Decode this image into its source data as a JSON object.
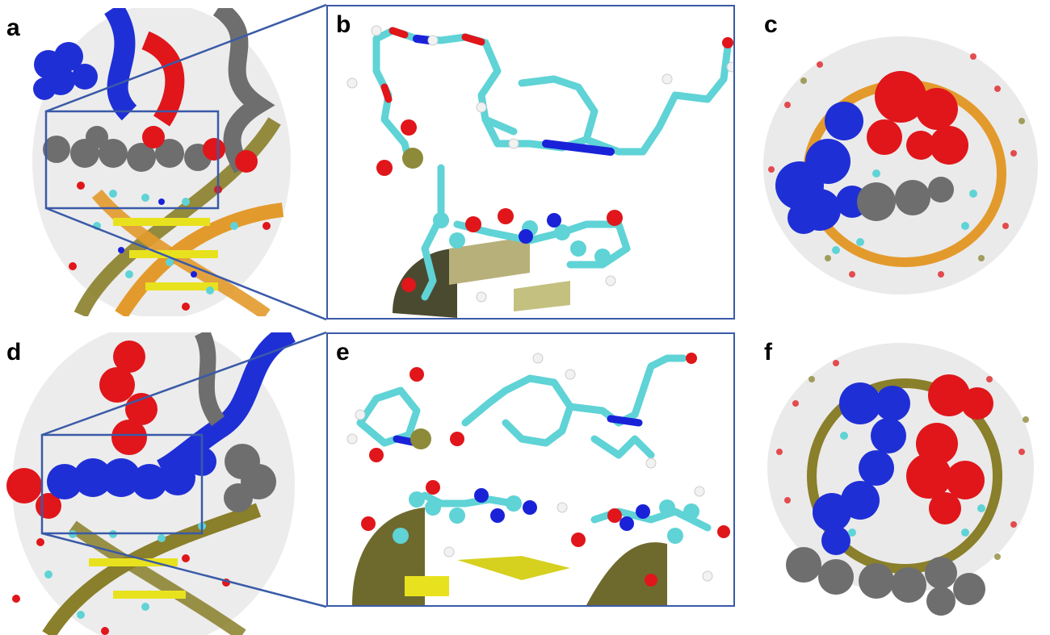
{
  "panels": [
    {
      "id": "a",
      "label": "a"
    },
    {
      "id": "b",
      "label": "b"
    },
    {
      "id": "c",
      "label": "c"
    },
    {
      "id": "d",
      "label": "d"
    },
    {
      "id": "e",
      "label": "e"
    },
    {
      "id": "f",
      "label": "f"
    }
  ],
  "colors": {
    "protein_blue": "#1f2fd6",
    "protein_red": "#e0161a",
    "protein_gray": "#6e6e6e",
    "dna_backbone": "#8a7f2a",
    "dna_strand_orange": "#e39a2c",
    "base_yellow": "#e8e21e",
    "carbon_cyan": "#5fd3d6",
    "oxygen_red": "#e0161a",
    "nitrogen_blue": "#1a22d8",
    "phosphorus_olive": "#8d8a3a",
    "hydrogen_white": "#f2f2f2",
    "inset_frame": "#3a5aa8",
    "surface_gray": "#d9d9d9"
  }
}
